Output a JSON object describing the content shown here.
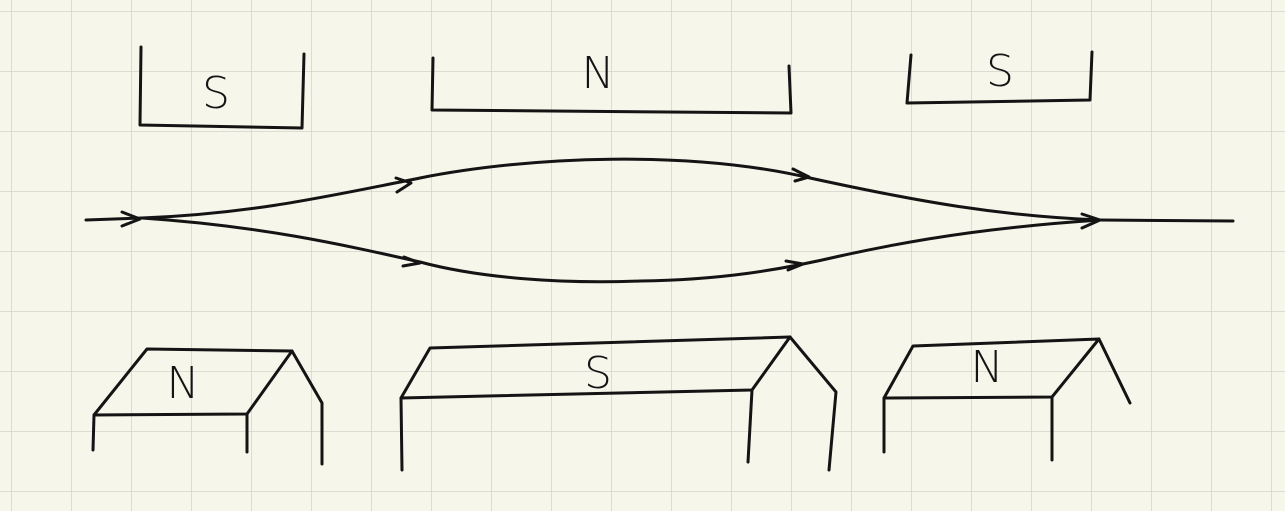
{
  "diagram": {
    "background_color": "#f7f6ea",
    "grid_color": "#d2d4cc",
    "ink_color": "#141414",
    "top_magnets": [
      {
        "label": "S"
      },
      {
        "label": "N"
      },
      {
        "label": "S"
      }
    ],
    "bottom_magnets": [
      {
        "label": "N"
      },
      {
        "label": "S"
      },
      {
        "label": "N"
      }
    ]
  }
}
